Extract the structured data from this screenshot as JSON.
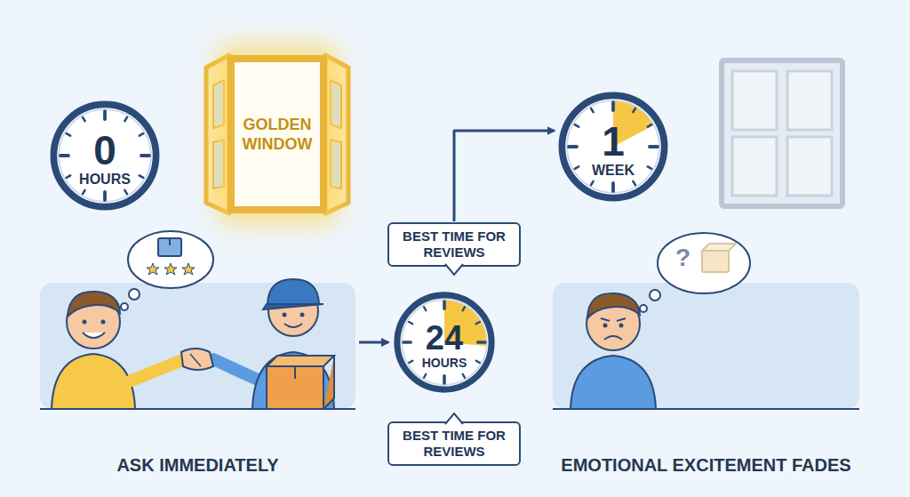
{
  "diagram": {
    "nodes": [
      {
        "text": [
          "0",
          "HOURS"
        ]
      },
      {
        "text": [
          "GOLDEN WINDOW"
        ]
      },
      {
        "text": [
          "1",
          "WEEK"
        ]
      },
      {
        "text": [
          "ASK IMMEDIATELY"
        ]
      },
      {
        "text": [
          "BEST TIME FOR REVIEWS"
        ]
      },
      {
        "text": [
          "24",
          "HOURS"
        ]
      },
      {
        "text": [
          "EMOTIONAL EXCITEMENT FADES"
        ]
      },
      {
        "text": [
          "BEST TIME FOR REVIEWS"
        ]
      }
    ],
    "edges": [
      {
        "from": 3,
        "to": 5,
        "arrow": "to"
      },
      {
        "from": 4,
        "to": 2,
        "arrow": "to"
      }
    ],
    "labels": [
      "?"
    ]
  }
}
